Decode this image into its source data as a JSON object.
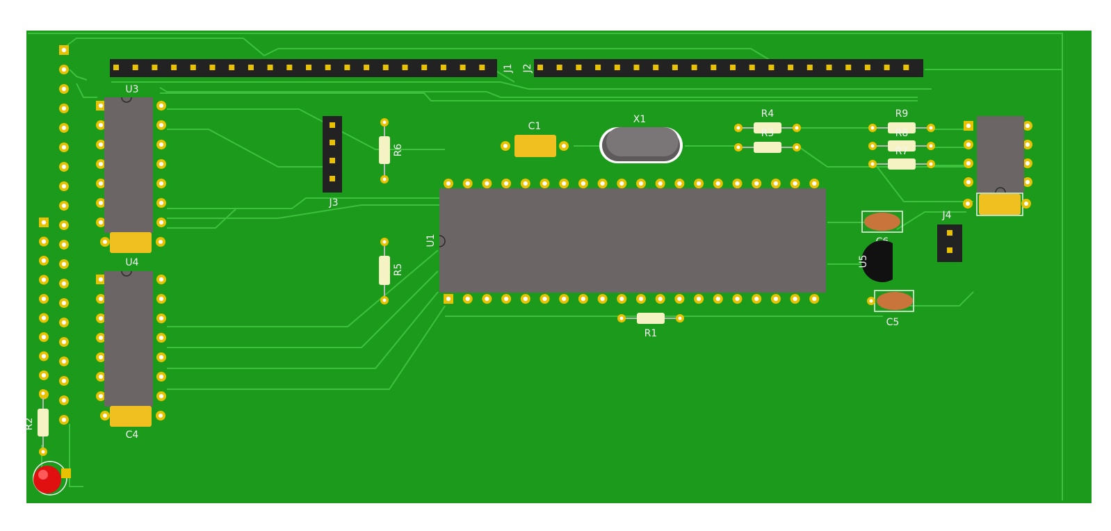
{
  "board": {
    "colors": {
      "background": "#ffffff",
      "board": "#1c9a1c",
      "trace": "#3ec23e",
      "pad": "#e8c200",
      "pad_hole": "#ffffff",
      "ic_body": "#6b6566",
      "resistor": "#f5f3c4",
      "capacitor": "#f0c020",
      "ceramic_cap": "#c9743a",
      "header": "#222222",
      "led": "#e01010",
      "silkscreen": "#f4f4f4"
    }
  },
  "components": {
    "J1": "J1",
    "J2": "J2",
    "J3": "J3",
    "J4": "J4",
    "U1": "U1",
    "U3": "U3",
    "U4": "U4",
    "U5": "U5",
    "X1": "X1",
    "C1": "C1",
    "C4": "C4",
    "C5": "C5",
    "C6": "C6",
    "R1": "R1",
    "R2": "R2",
    "R3": "R3",
    "R4": "R4",
    "R5": "R5",
    "R6": "R6",
    "R7": "R7",
    "R8": "R8",
    "R9": "R9"
  },
  "icons": {
    "board": "pcb-board-icon",
    "ic": "dip-ic-icon",
    "resistor": "resistor-icon",
    "led": "led-icon",
    "crystal": "crystal-icon"
  }
}
